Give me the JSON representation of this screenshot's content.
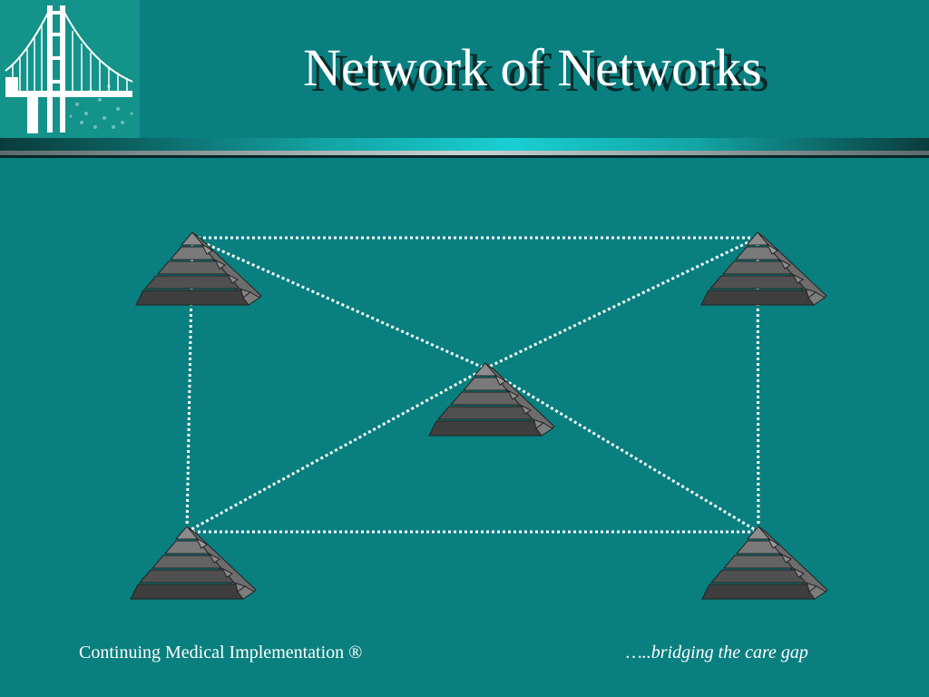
{
  "slide": {
    "title": "Network of Networks",
    "footer_left": "Continuing Medical Implementation ®",
    "footer_right": "…..bridging the care gap"
  },
  "logo": {
    "icon": "golden-gate-bridge-icon"
  },
  "diagram": {
    "nodes": [
      {
        "id": "top-left",
        "icon": "pyramid-icon"
      },
      {
        "id": "top-right",
        "icon": "pyramid-icon"
      },
      {
        "id": "center",
        "icon": "pyramid-icon"
      },
      {
        "id": "bottom-left",
        "icon": "pyramid-icon"
      },
      {
        "id": "bottom-right",
        "icon": "pyramid-icon"
      }
    ],
    "links": [
      [
        "top-left",
        "top-right"
      ],
      [
        "top-left",
        "bottom-left"
      ],
      [
        "top-right",
        "bottom-right"
      ],
      [
        "bottom-left",
        "bottom-right"
      ],
      [
        "top-left",
        "center"
      ],
      [
        "center",
        "bottom-right"
      ],
      [
        "top-right",
        "center"
      ],
      [
        "center",
        "bottom-left"
      ]
    ],
    "link_color": "#ffffff"
  }
}
